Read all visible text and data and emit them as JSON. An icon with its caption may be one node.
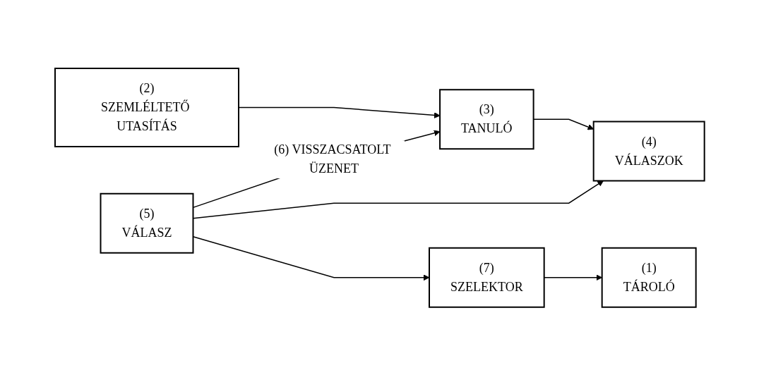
{
  "diagram": {
    "nodes": [
      {
        "text": [
          "(1)",
          "TÁROLÓ"
        ]
      },
      {
        "text": [
          "(2)",
          "SZEMLÉLTETŐ UTASÍTÁS"
        ]
      },
      {
        "text": [
          "(3)",
          "TANULÓ"
        ]
      },
      {
        "text": [
          "(4)",
          "VÁLASZOK"
        ]
      },
      {
        "text": [
          "(7)",
          "SZELEKTOR"
        ]
      },
      {
        "text": [
          "(5)",
          "VÁLASZ"
        ]
      }
    ],
    "edges": [
      {
        "from": 1,
        "to": 2,
        "arrow": "to"
      },
      {
        "from": 2,
        "to": 3,
        "arrow": "to"
      },
      {
        "from": 5,
        "to": 3,
        "arrow": "to"
      },
      {
        "from": 5,
        "to": 2,
        "arrow": "to",
        "label": "(6) VISSZACSATOLT ÜZENET"
      },
      {
        "from": 5,
        "to": 4,
        "arrow": "to"
      },
      {
        "from": 4,
        "to": 0,
        "arrow": "to"
      }
    ]
  }
}
